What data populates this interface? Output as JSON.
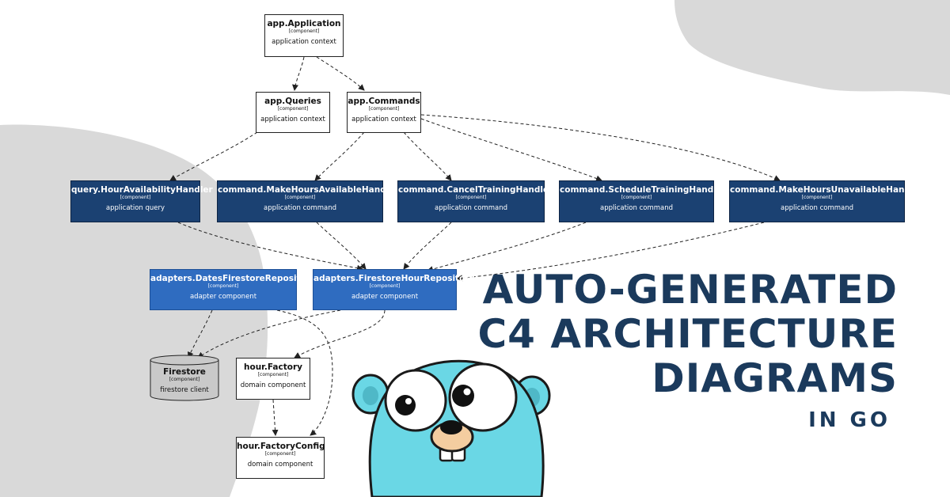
{
  "headline": {
    "line1": "AUTO-GENERATED",
    "line2": "C4 ARCHITECTURE",
    "line3": "DIAGRAMS",
    "sub": "IN GO"
  },
  "colors": {
    "headline": "#1b3a5c",
    "handler_fill": "#1b4172",
    "adapter_fill": "#2f6cc0",
    "background_blob": "#d9d9d9",
    "gopher_body": "#6ad7e5",
    "gopher_nose": "#f4cda0"
  },
  "diagram": {
    "nodes": {
      "app_application": {
        "title": "app.Application",
        "tech": "[component]",
        "desc": "application context"
      },
      "app_queries": {
        "title": "app.Queries",
        "tech": "[component]",
        "desc": "application context"
      },
      "app_commands": {
        "title": "app.Commands",
        "tech": "[component]",
        "desc": "application context"
      },
      "query_hour_availability": {
        "title": "query.HourAvailabilityHandler",
        "tech": "[component]",
        "desc": "application query"
      },
      "cmd_make_available": {
        "title": "command.MakeHoursAvailableHandler",
        "tech": "[component]",
        "desc": "application command"
      },
      "cmd_cancel_training": {
        "title": "command.CancelTrainingHandler",
        "tech": "[component]",
        "desc": "application command"
      },
      "cmd_schedule_training": {
        "title": "command.ScheduleTrainingHandler",
        "tech": "[component]",
        "desc": "application command"
      },
      "cmd_make_unavailable": {
        "title": "command.MakeHoursUnavailableHandler",
        "tech": "[component]",
        "desc": "application command"
      },
      "adapters_dates_repo": {
        "title": "adapters.DatesFirestoreRepository",
        "tech": "[component]",
        "desc": "adapter component"
      },
      "adapters_hour_repo": {
        "title": "adapters.FirestoreHourRepository",
        "tech": "[component]",
        "desc": "adapter component"
      },
      "firestore": {
        "title": "Firestore",
        "tech": "[component]",
        "desc": "firestore client"
      },
      "hour_factory": {
        "title": "hour.Factory",
        "tech": "[component]",
        "desc": "domain component"
      },
      "hour_factory_config": {
        "title": "hour.FactoryConfig",
        "tech": "[component]",
        "desc": "domain component"
      }
    },
    "edges": [
      [
        "app_application",
        "app_queries"
      ],
      [
        "app_application",
        "app_commands"
      ],
      [
        "app_queries",
        "query_hour_availability"
      ],
      [
        "app_commands",
        "cmd_make_available"
      ],
      [
        "app_commands",
        "cmd_cancel_training"
      ],
      [
        "app_commands",
        "cmd_schedule_training"
      ],
      [
        "app_commands",
        "cmd_make_unavailable"
      ],
      [
        "query_hour_availability",
        "adapters_hour_repo"
      ],
      [
        "cmd_make_available",
        "adapters_hour_repo"
      ],
      [
        "cmd_cancel_training",
        "adapters_hour_repo"
      ],
      [
        "cmd_schedule_training",
        "adapters_hour_repo"
      ],
      [
        "cmd_make_unavailable",
        "adapters_hour_repo"
      ],
      [
        "adapters_dates_repo",
        "firestore"
      ],
      [
        "adapters_hour_repo",
        "firestore"
      ],
      [
        "adapters_hour_repo",
        "hour_factory"
      ],
      [
        "adapters_dates_repo",
        "hour_factory_config"
      ],
      [
        "hour_factory",
        "hour_factory_config"
      ]
    ]
  }
}
